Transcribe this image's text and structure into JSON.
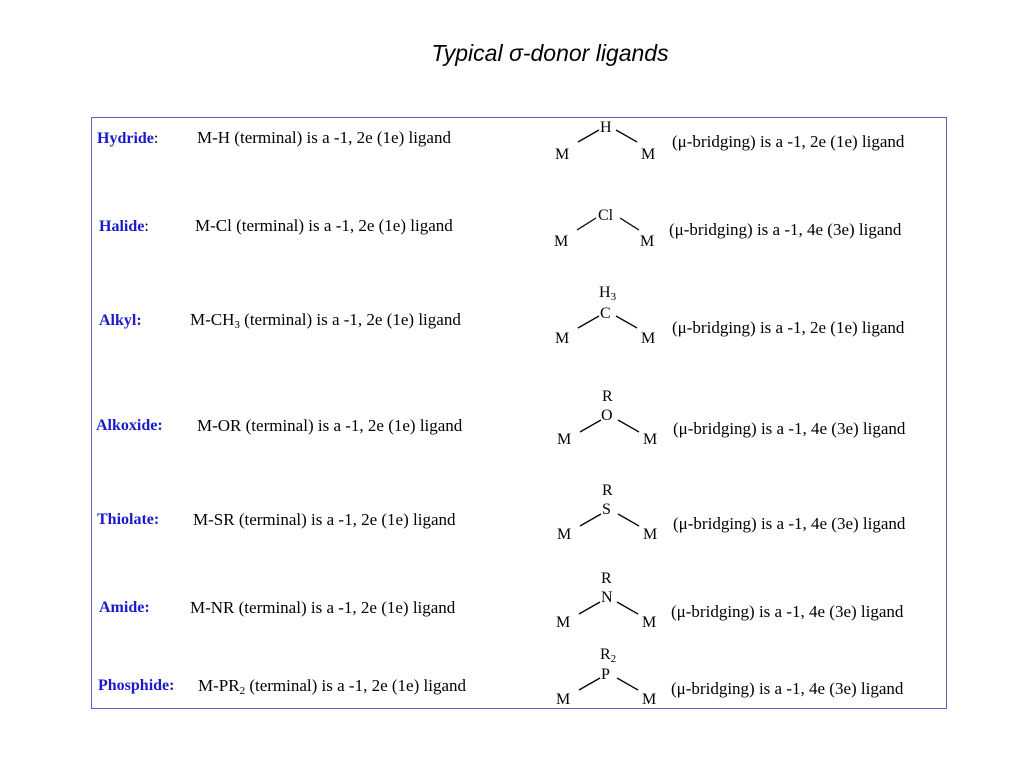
{
  "title_prefix": "Typical ",
  "title_symbol": "σ",
  "title_suffix": "-donor ligands",
  "rows": [
    {
      "name": "Hydride",
      "colon": ":",
      "terminal": "M-H (terminal) is a -1, 2e (1e) ligand",
      "top_label": "",
      "top_sub": "",
      "center": "H",
      "center_sub": "",
      "left_m": "M",
      "right_m": "M",
      "bridge": "(μ-bridging) is a -1, 2e (1e) ligand"
    },
    {
      "name": "Halide",
      "colon": ":",
      "terminal": "M-Cl (terminal) is a -1, 2e (1e) ligand",
      "top_label": "",
      "top_sub": "",
      "center": "Cl",
      "center_sub": "",
      "left_m": "M",
      "right_m": "M",
      "bridge": "(μ-bridging) is a -1, 4e (3e) ligand"
    },
    {
      "name": "Alkyl:",
      "colon": "",
      "terminal_pre": "M-CH",
      "terminal_sub": "3",
      "terminal_post": " (terminal) is a -1, 2e (1e) ligand",
      "top_label": "H",
      "top_sub": "3",
      "center": "C",
      "center_sub": "",
      "left_m": "M",
      "right_m": "M",
      "bridge": "(μ-bridging) is a -1, 2e (1e) ligand"
    },
    {
      "name": "Alkoxide:",
      "colon": "",
      "terminal": "M-OR (terminal) is a -1, 2e (1e) ligand",
      "top_label": "R",
      "top_sub": "",
      "center": "O",
      "center_sub": "",
      "left_m": "M",
      "right_m": "M",
      "bridge": "(μ-bridging) is a -1, 4e (3e) ligand"
    },
    {
      "name": "Thiolate:",
      "colon": "",
      "terminal": "M-SR (terminal) is a -1, 2e (1e) ligand",
      "top_label": "R",
      "top_sub": "",
      "center": "S",
      "center_sub": "",
      "left_m": "M",
      "right_m": "M",
      "bridge": "(μ-bridging) is a -1, 4e (3e) ligand"
    },
    {
      "name": "Amide:",
      "colon": "",
      "terminal": "M-NR (terminal) is a -1, 2e (1e) ligand",
      "top_label": "R",
      "top_sub": "",
      "center": "N",
      "center_sub": "",
      "left_m": "M",
      "right_m": "M",
      "bridge": "(μ-bridging) is a -1, 4e (3e) ligand"
    },
    {
      "name": "Phosphide:",
      "colon": "",
      "terminal_pre": "M-PR",
      "terminal_sub": "2",
      "terminal_post": " (terminal) is a -1, 2e (1e) ligand",
      "top_label": "R",
      "top_sub": "2",
      "center": "P",
      "center_sub": "",
      "left_m": "M",
      "right_m": "M",
      "bridge": "(μ-bridging) is a -1, 4e (3e) ligand"
    }
  ]
}
